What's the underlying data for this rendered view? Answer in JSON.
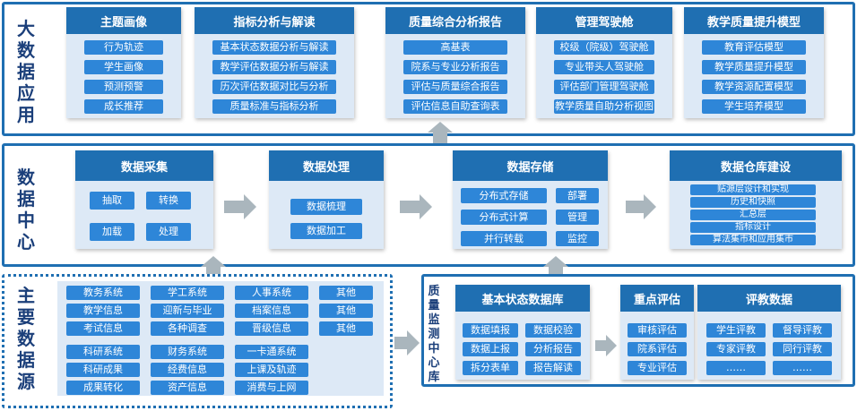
{
  "layers": {
    "top": {
      "title": "大数据应用",
      "modules": [
        {
          "title": "主题画像",
          "items": [
            "行为轨迹",
            "学生画像",
            "预测预警",
            "成长推荐"
          ]
        },
        {
          "title": "指标分析与解读",
          "items": [
            "基本状态数据分析与解读",
            "教学评估数据分析与解读",
            "历次评估数据对比与分析",
            "质量标准与指标分析"
          ]
        },
        {
          "title": "质量综合分析报告",
          "items": [
            "高基表",
            "院系与专业分析报告",
            "评估与质量综合报告",
            "评估信息自助查询表"
          ]
        },
        {
          "title": "管理驾驶舱",
          "items": [
            "校级（院级）驾驶舱",
            "专业带头人驾驶舱",
            "评估部门管理驾驶舱",
            "教学质量自助分析视图"
          ]
        },
        {
          "title": "教学质量提升模型",
          "items": [
            "教育评估模型",
            "教学质量提升模型",
            "教学资源配置模型",
            "学生培养模型"
          ]
        }
      ]
    },
    "middle": {
      "title": "数据中心",
      "collect": {
        "title": "数据采集",
        "items": [
          "抽取",
          "转换",
          "加载",
          "处理"
        ]
      },
      "process": {
        "title": "数据处理",
        "items": [
          "数据梳理",
          "数据加工"
        ]
      },
      "storage": {
        "title": "数据存储",
        "items": [
          "分布式存储",
          "部署",
          "分布式计算",
          "管理",
          "并行转载",
          "监控"
        ]
      },
      "warehouse": {
        "title": "数据仓库建设",
        "items": [
          "贴源层设计和实现",
          "历史和快照",
          "汇总层",
          "指标设计",
          "算法集市和应用集市"
        ]
      }
    },
    "sources": {
      "title": "主要数据源",
      "rows": [
        [
          "教务系统",
          "学工系统",
          "人事系统",
          "其他"
        ],
        [
          "教学信息",
          "迎新与毕业",
          "档案信息",
          "其他"
        ],
        [
          "考试信息",
          "各种调查",
          "晋级信息",
          "其他"
        ],
        [
          "科研系统",
          "财务系统",
          "一卡通系统"
        ],
        [
          "科研成果",
          "经费信息",
          "上课及轨迹"
        ],
        [
          "成果转化",
          "资产信息",
          "消费与上网"
        ]
      ]
    },
    "quality": {
      "title": "质量监测中心库",
      "basic": {
        "title": "基本状态数据库",
        "items": [
          "数据填报",
          "数据校验",
          "数据上报",
          "分析报告",
          "拆分表单",
          "报告解读"
        ]
      },
      "key": {
        "title": "重点评估",
        "items": [
          "审核评估",
          "院系评估",
          "专业评估"
        ]
      },
      "review": {
        "title": "评教数据",
        "items": [
          "学生评教",
          "督导评教",
          "专家评教",
          "同行评教",
          "……",
          "……"
        ]
      }
    }
  },
  "colors": {
    "border": "#1f6fb2",
    "header": "#1f6fb2",
    "pill": "#2e86d8",
    "panel": "#dde9f6",
    "arrow": "#aab6bd",
    "title": "#1b3f7a"
  }
}
